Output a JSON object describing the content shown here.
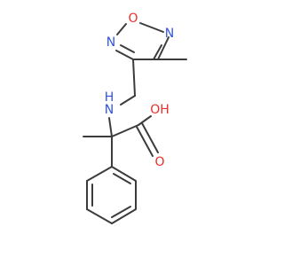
{
  "molecule": {
    "atoms": {
      "o_ring": {
        "text": "O",
        "color": "#e8302a"
      },
      "n_ring_right": {
        "text": "N",
        "color": "#2f54e0"
      },
      "n_ring_left": {
        "text": "N",
        "color": "#2f54e0"
      },
      "nh": {
        "text": "H",
        "color": "#2f54e0"
      },
      "n_amine": {
        "text": "N",
        "color": "#2f54e0"
      },
      "oh": {
        "text": "OH",
        "color": "#e8302a"
      },
      "o_carbonyl": {
        "text": "O",
        "color": "#e8302a"
      }
    },
    "colors": {
      "bond": "#3c3c3c",
      "nitrogen": "#2f54e0",
      "oxygen": "#e8302a"
    }
  }
}
